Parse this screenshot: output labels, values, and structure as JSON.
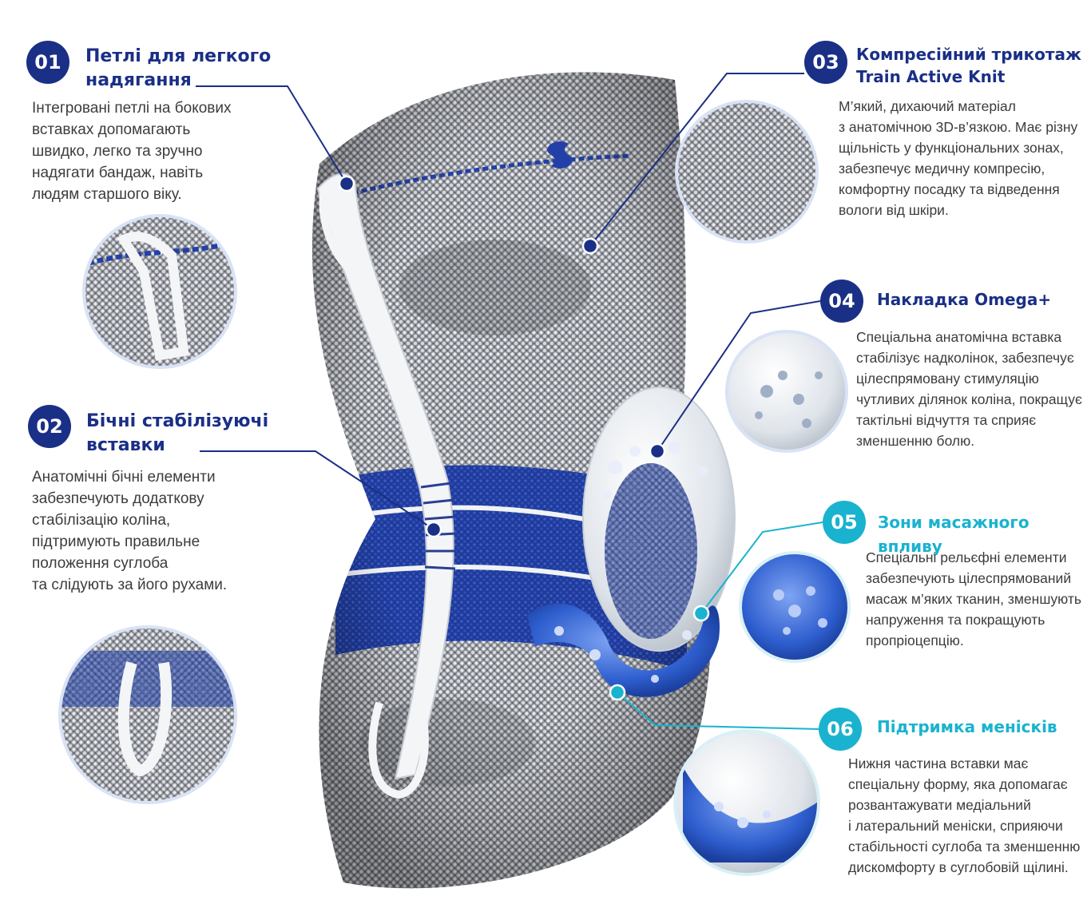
{
  "colors": {
    "navy": "#1a2f86",
    "cyan": "#19b3cf",
    "text": "#3c3c3c",
    "knit_grey": "#9a9ca3",
    "insert_white": "#e9edf2",
    "gel_blue": "#3a63c8"
  },
  "features": [
    {
      "number": "01",
      "title_lines": [
        "Петлі для легкого",
        "надягання"
      ],
      "desc_lines": [
        "Інтегровані петлі на бокових",
        "вставках допомагають",
        "швидко, легко та зручно",
        "надягати бандаж, навіть",
        "людям старшого віку."
      ]
    },
    {
      "number": "02",
      "title_lines": [
        "Бічні стабілізуючі",
        "вставки"
      ],
      "desc_lines": [
        "Анатомічні бічні елементи",
        "забезпечують додаткову",
        "стабілізацію коліна,",
        "підтримують правильне",
        "положення суглоба",
        "та слідують за його рухами."
      ]
    },
    {
      "number": "03",
      "title_lines": [
        "Компресійний трикотаж",
        "Train Active Knit"
      ],
      "desc_lines": [
        "М’який, дихаючий матеріал",
        "з анатомічною 3D-в’язкою. Має різну",
        "щільність у функціональних зонах,",
        "забезпечує медичну компресію,",
        "комфортну посадку та відведення",
        "вологи від шкіри."
      ]
    },
    {
      "number": "04",
      "title_lines": [
        "Накладка Omega+"
      ],
      "desc_lines": [
        "Спеціальна анатомічна вставка",
        "стабілізує надколінок, забезпечує",
        "цілеспрямовану стимуляцію",
        "чутливих ділянок коліна, покращує",
        "тактільні відчуття та сприяє",
        "зменшенню болю."
      ]
    },
    {
      "number": "05",
      "title_lines": [
        "Зони масажного впливу"
      ],
      "desc_lines": [
        "Спеціальні рельєфні елементи",
        "забезпечують цілеспрямований",
        "масаж м’яких тканин, зменшують",
        "напруження та покращують",
        "пропріоцепцію."
      ]
    },
    {
      "number": "06",
      "title_lines": [
        "Підтримка менісків"
      ],
      "desc_lines": [
        "Нижня частина вставки має",
        "спеціальну форму, яка допомагає",
        "розвантажувати медіальний",
        "і латеральний меніски, сприяючи",
        "стабільності суглоба та зменшенню",
        "дискомфорту в суглобовій щілині."
      ]
    }
  ]
}
